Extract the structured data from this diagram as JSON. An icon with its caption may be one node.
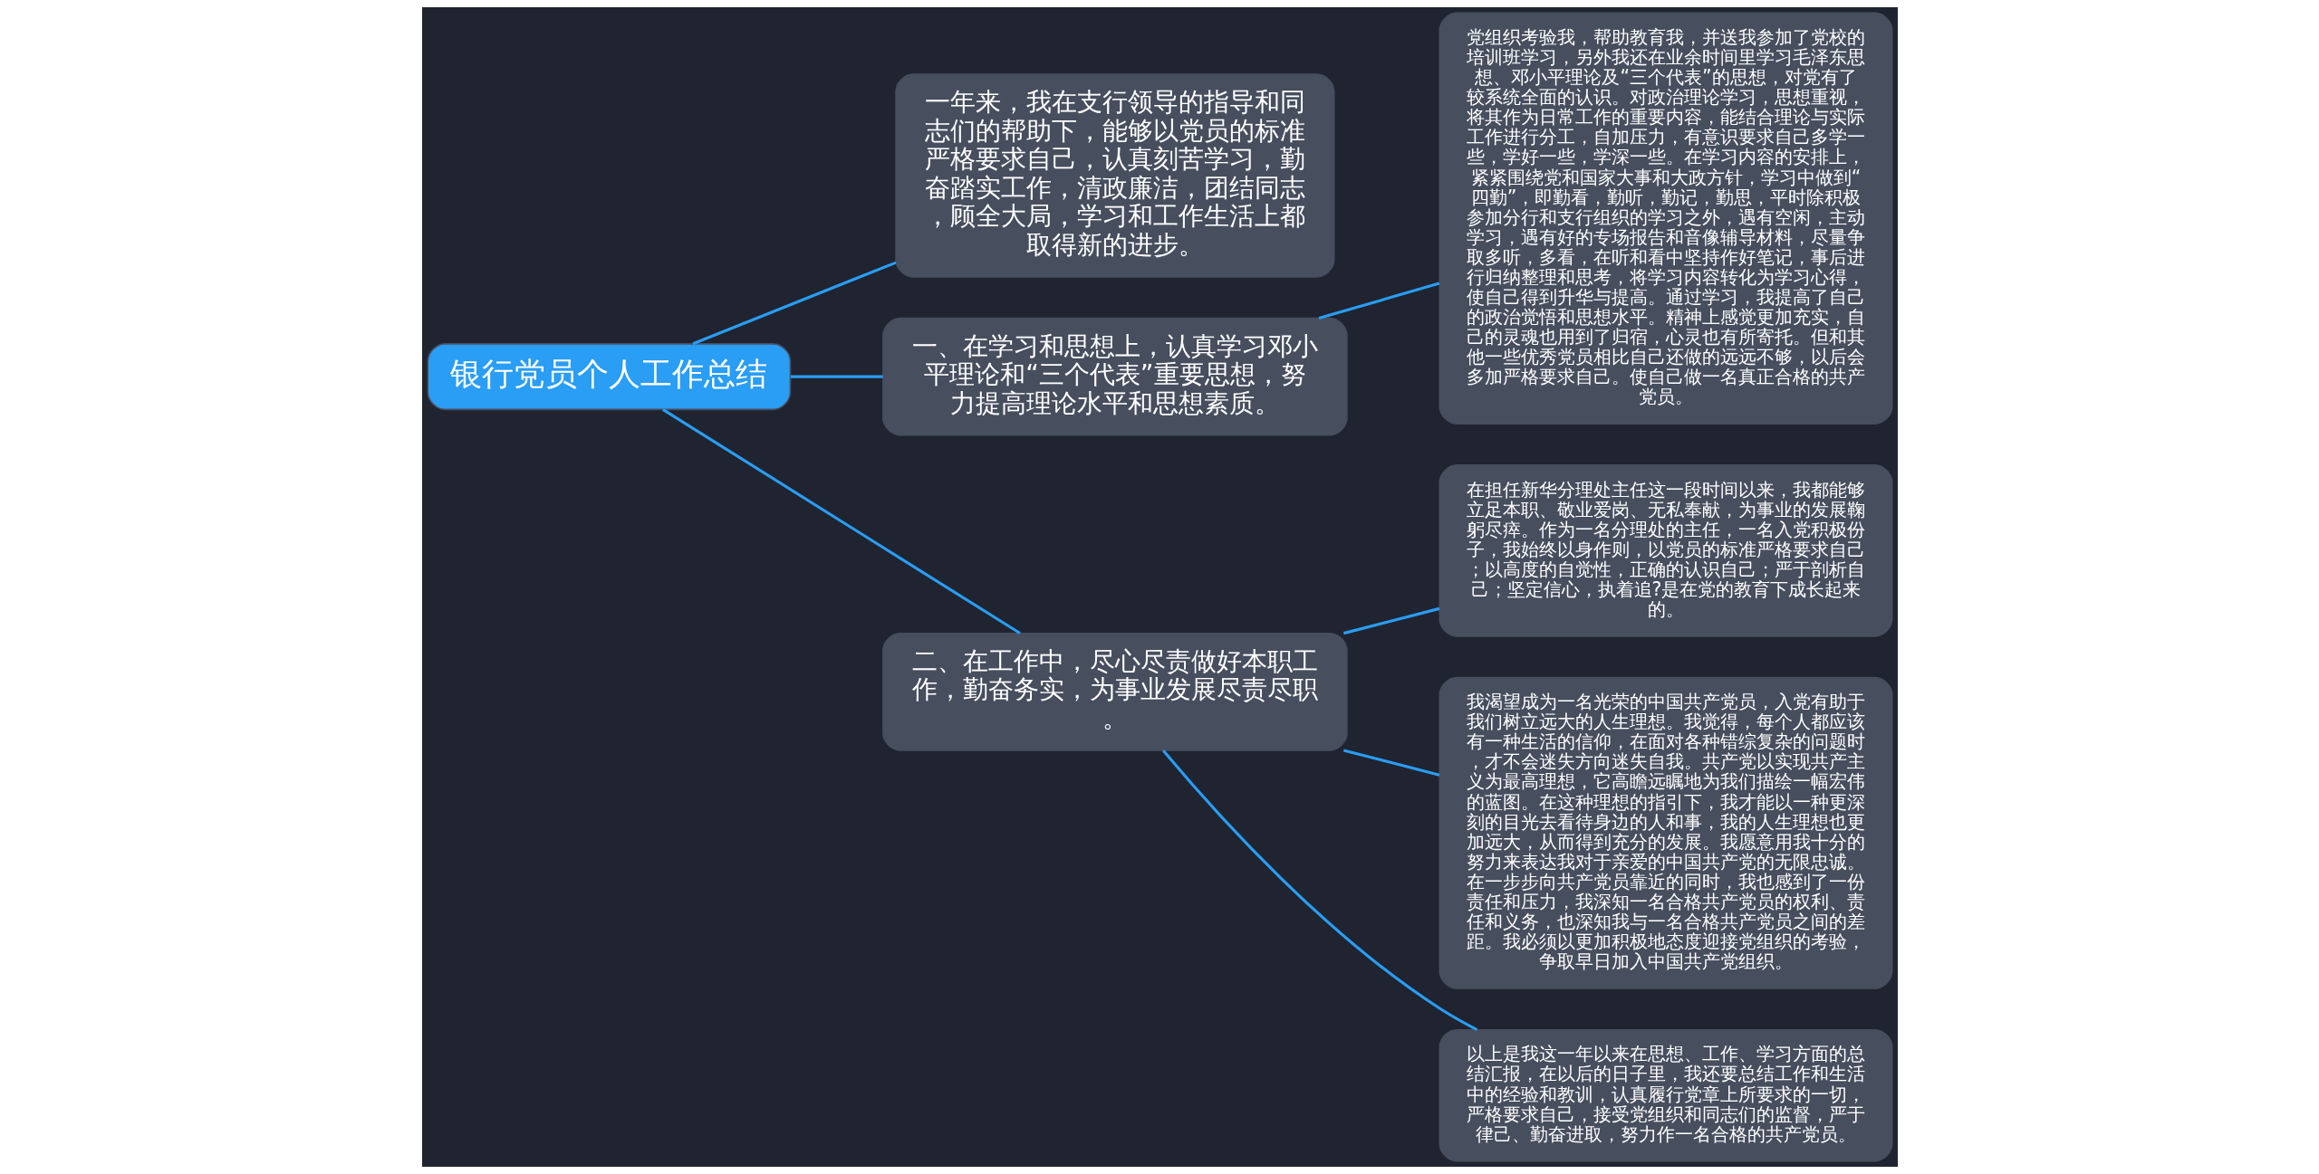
{
  "diagram": {
    "nodes": [
      {
        "text": [
          "银行党员个人工作总结"
        ]
      },
      {
        "text": [
          "一年来，我在支行领导的指导和同志们的帮助下，能够以党员的标准严格要求自己，认真刻苦学习，勤奋踏实工作，清政廉洁，团结同志，顾全大局，学习和工作生活上都取得新的进步。"
        ]
      },
      {
        "text": [
          "一、在学习和思想上，认真学习邓小平理论和“三个代表”重要思想，努力提高理论水平和思想素质。"
        ]
      },
      {
        "text": [
          "党组织考验我，帮助教育我，并送我参加了党校的培训班学习，另外我还在业余时间里学习毛泽东思想、邓小平理论及“三个代表”的思想，对党有了较系统全面的认识。对政治理论学习，思想重视，将其作为日常工作的重要内容，能结合理论与实际工作进行分工，自加压力，有意识要求自己多学一些，学好一些，学深一些。在学习内容的安排上，紧紧围绕党和国家大事和大政方针，学习中做到“四勤”，即勤看，勤听，勤记，勤思，平时除积极参加分行和支行组织的学习之外，遇有空闲，主动学习，遇有好的专场报告和音像辅导材料，尽量争取多听，多看，在听和看中坚持作好笔记，事后进行归纳整理和思考，将学习内容转化为学习心得，使自己得到升华与提高。通过学习，我提高了自己的政治觉悟和思想水平。精神上感觉更加充实，自己的灵魂也用到了归宿，心灵也有所寄托。但和其他一些优秀党员相比自己还做的远远不够，以后会多加严格要求自己。使自己做一名真正合格的共产党员。"
        ]
      },
      {
        "text": [
          "二、在工作中，尽心尽责做好本职工作，勤奋务实，为事业发展尽责尽职。"
        ]
      },
      {
        "text": [
          "在担任新华分理处主任这一段时间以来，我都能够立足本职、敬业爱岗、无私奉献，为事业的发展鞠躬尽瘁。作为一名分理处的主任，一名入党积极份子，我始终以身作则，以党员的标准严格要求自己；以高度的自觉性，正确的认识自己；严于剖析自己；坚定信心，执着追?是在党的教育下成长起来的。"
        ]
      },
      {
        "text": [
          "我渴望成为一名光荣的中国共产党员，入党有助于我们树立远大的人生理想。我觉得，每个人都应该有一种生活的信仰，在面对各种错综复杂的问题时，才不会迷失方向迷失自我。共产党以实现共产主义为最高理想，它高瞻远瞩地为我们描绘一幅宏伟的蓝图。在这种理想的指引下，我才能以一种更深刻的目光去看待身边的人和事，我的人生理想也更加远大，从而得到充分的发展。我愿意用我十分的努力来表达我对于亲爱的中国共产党的无限忠诚。在一步步向共产党员靠近的同时，我也感到了一份责任和压力，我深知一名合格共产党员的权利、责任和义务，也深知我与一名合格共产党员之间的差距。我必须以更加积极地态度迎接党组织的考验，争取早日加入中国共产党组织。"
        ]
      },
      {
        "text": [
          "以上是我这一年以来在思想、工作、学习方面的总结汇报，在以后的日子里，我还要总结工作和生活中的经验和教训，认真履行党章上所要求的一切，严格要求自己，接受党组织和同志们的监督，严于律己、勤奋进取，努力作一名合格的共产党员。"
        ]
      }
    ],
    "edges": [
      {
        "from": 0,
        "to": 1,
        "arrow": "none"
      },
      {
        "from": 0,
        "to": 2,
        "arrow": "none"
      },
      {
        "from": 2,
        "to": 3,
        "arrow": "none"
      },
      {
        "from": 0,
        "to": 4,
        "arrow": "none"
      },
      {
        "from": 4,
        "to": 5,
        "arrow": "none"
      },
      {
        "from": 4,
        "to": 6,
        "arrow": "none"
      },
      {
        "from": 4,
        "to": 7,
        "arrow": "none"
      }
    ]
  }
}
